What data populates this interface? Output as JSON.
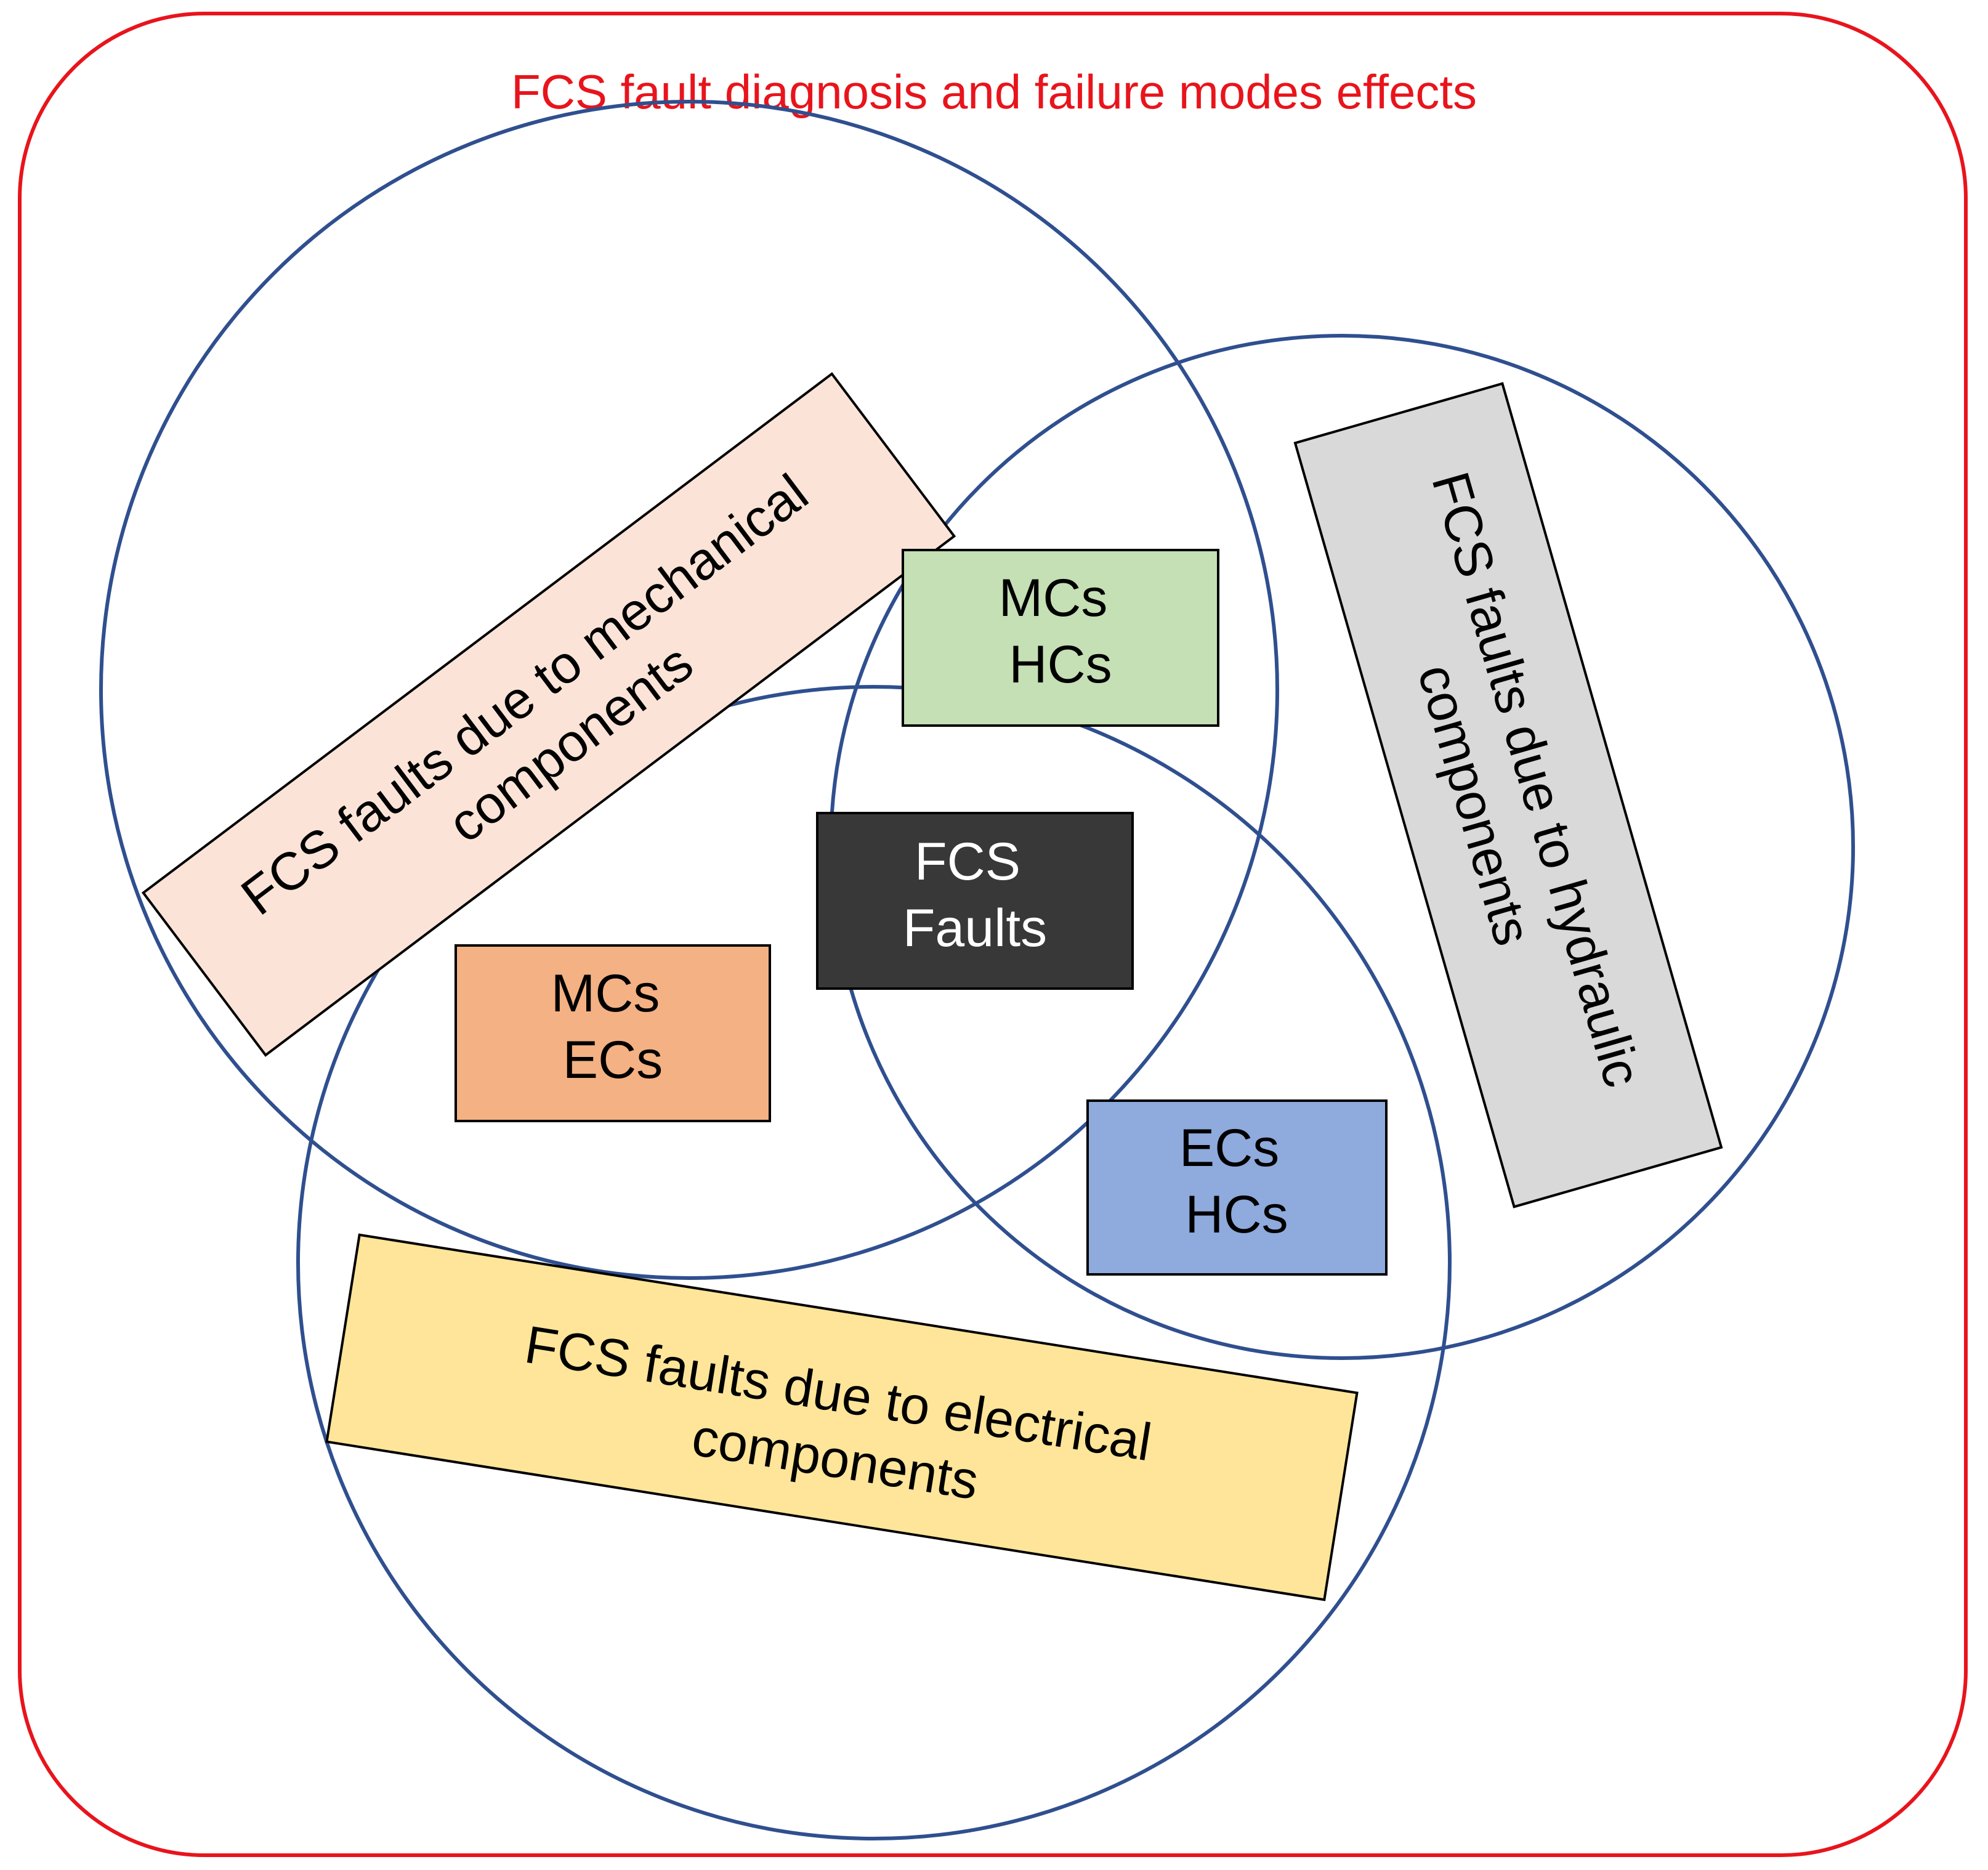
{
  "title": "FCS fault diagnosis and failure modes effects",
  "colors": {
    "frame": "#e8141c",
    "title": "#e8141c",
    "circle": "#2f4f8f",
    "mechanical_box": "#fbe4d7",
    "hydraulic_box": "#d9d9d9",
    "electrical_box": "#fee599",
    "mc_hc_box": "#c5e0b4",
    "mc_ec_box": "#f4b183",
    "ec_hc_box": "#8faadc",
    "center_box": "#383838",
    "center_text": "#ffffff",
    "box_border": "#000000"
  },
  "sets": {
    "mechanical": {
      "lines": [
        "FCS faults due to mechanical",
        "components"
      ]
    },
    "hydraulic": {
      "lines": [
        "FCS faults due to hydraulic",
        "components"
      ]
    },
    "electrical": {
      "lines": [
        "FCS faults due to electrical",
        "components"
      ]
    }
  },
  "intersections": {
    "mc_hc": {
      "lines": [
        "MCs",
        "HCs"
      ]
    },
    "mc_ec": {
      "lines": [
        "MCs",
        "ECs"
      ]
    },
    "ec_hc": {
      "lines": [
        "ECs",
        "HCs"
      ]
    },
    "center": {
      "lines": [
        "FCS",
        "Faults"
      ]
    }
  }
}
